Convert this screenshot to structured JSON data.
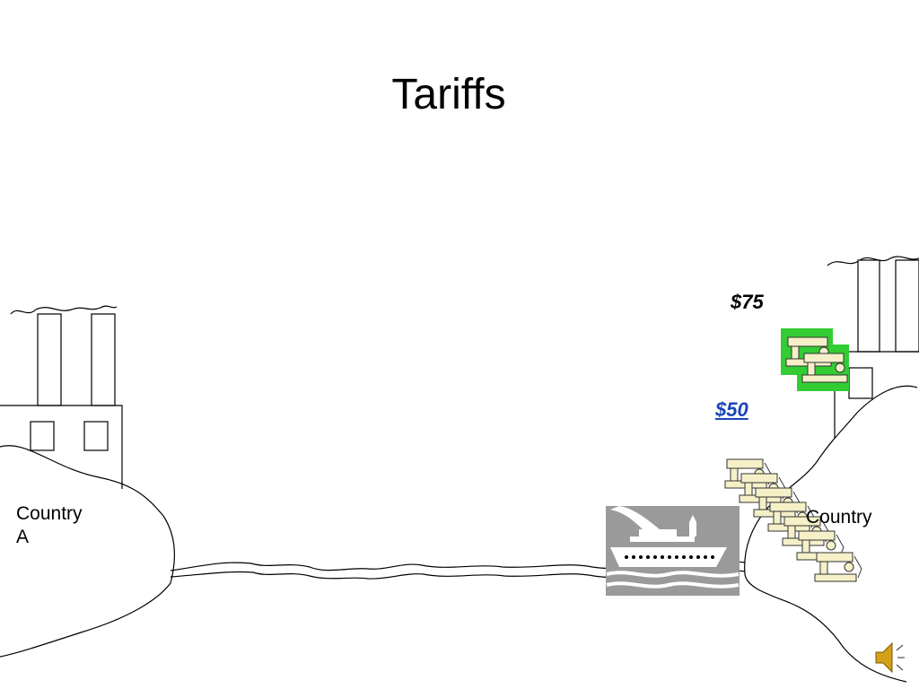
{
  "slide": {
    "title": "Tariffs",
    "country_a": {
      "line1": "Country",
      "line2": "A"
    },
    "country_b": {
      "text": "Country"
    },
    "price_high": "$75",
    "price_low": "$50 "
  },
  "colors": {
    "link": "#1a44b8",
    "highlight": "#33cc33",
    "ship_bg": "#9a9a9a",
    "machine_fill": "#f5f0c8"
  },
  "icons": [
    "factory-icon",
    "sewing-machine-icon",
    "cargo-ship-icon",
    "speaker-icon"
  ]
}
